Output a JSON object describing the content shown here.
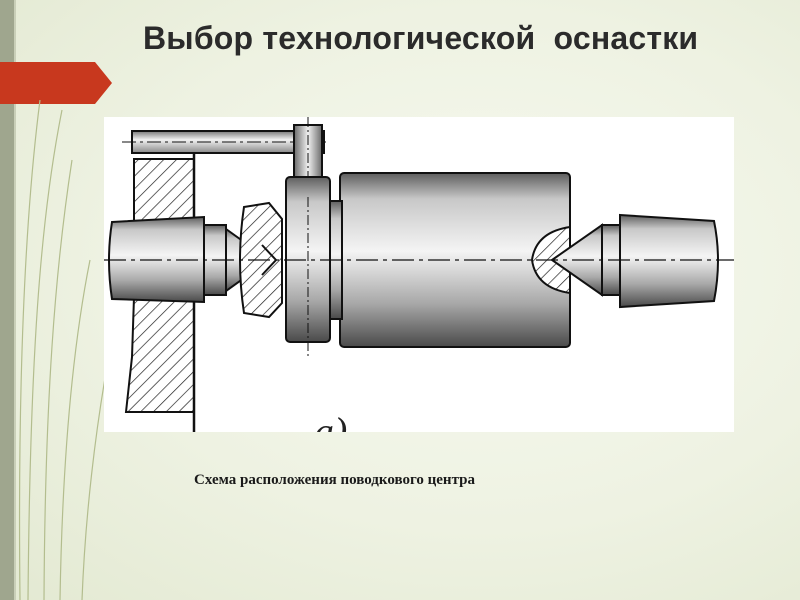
{
  "slide": {
    "title": "Выбор технологической  оснастки",
    "figure_label": "а)",
    "caption": "Схема расположения поводкового центра"
  },
  "colors": {
    "accent": "#c8381e",
    "side_bar": "#9fa68e",
    "background": "#eef2e2"
  }
}
